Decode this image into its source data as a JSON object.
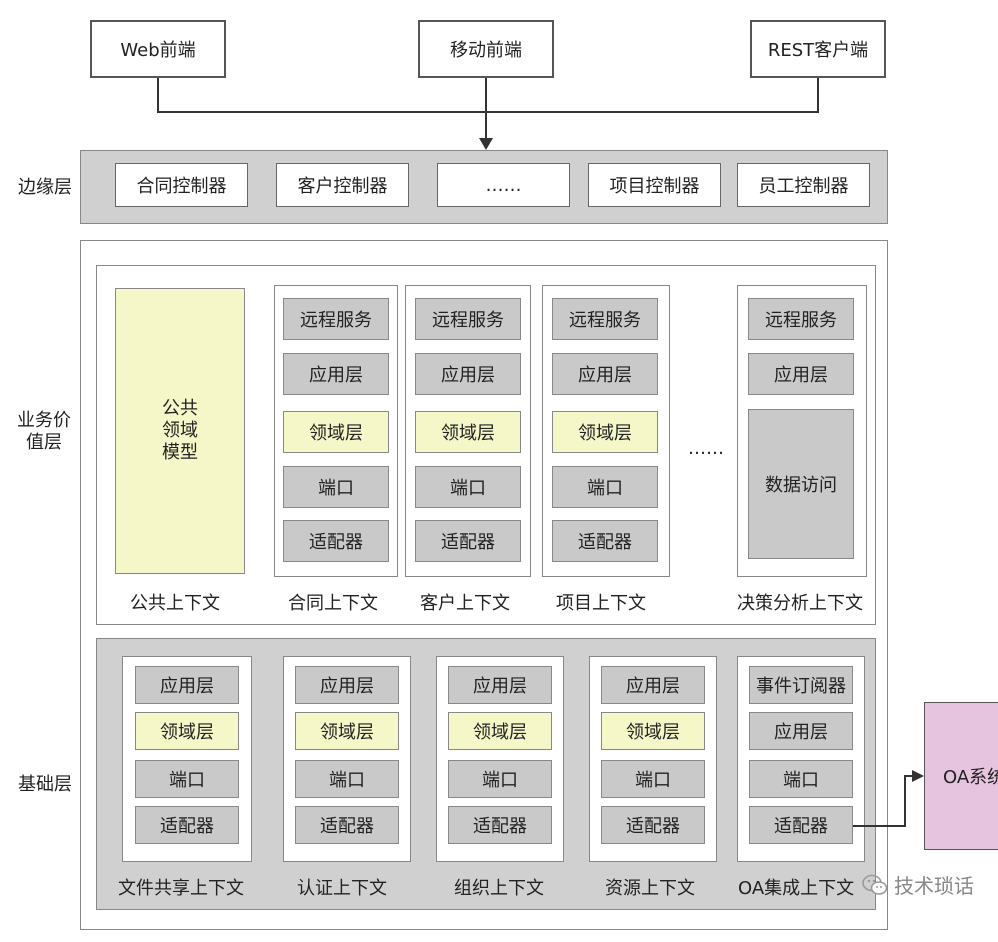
{
  "clients": [
    "Web前端",
    "移动前端",
    "REST客户端"
  ],
  "edge": {
    "label": "边缘层",
    "controllers": [
      "合同控制器",
      "客户控制器",
      "……",
      "项目控制器",
      "员工控制器"
    ]
  },
  "business": {
    "label": "业务价值层",
    "public": {
      "model": "公共领域模型",
      "name": "公共上下文"
    },
    "contexts": [
      {
        "name": "合同上下文",
        "layers": [
          "远程服务",
          "应用层",
          "领域层",
          "端口",
          "适配器"
        ]
      },
      {
        "name": "客户上下文",
        "layers": [
          "远程服务",
          "应用层",
          "领域层",
          "端口",
          "适配器"
        ]
      },
      {
        "name": "项目上下文",
        "layers": [
          "远程服务",
          "应用层",
          "领域层",
          "端口",
          "适配器"
        ]
      }
    ],
    "ellipsis": "……",
    "decision": {
      "name": "决策分析上下文",
      "layers": [
        "远程服务",
        "应用层",
        "数据访问"
      ]
    }
  },
  "foundation": {
    "label": "基础层",
    "contexts": [
      {
        "name": "文件共享上下文",
        "layers": [
          "应用层",
          "领域层",
          "端口",
          "适配器"
        ]
      },
      {
        "name": "认证上下文",
        "layers": [
          "应用层",
          "领域层",
          "端口",
          "适配器"
        ]
      },
      {
        "name": "组织上下文",
        "layers": [
          "应用层",
          "领域层",
          "端口",
          "适配器"
        ]
      },
      {
        "name": "资源上下文",
        "layers": [
          "应用层",
          "领域层",
          "端口",
          "适配器"
        ]
      },
      {
        "name": "OA集成上下文",
        "layers": [
          "事件订阅器",
          "应用层",
          "端口",
          "适配器"
        ]
      }
    ]
  },
  "external": "OA系统",
  "watermark": "技术琐话",
  "colors": {
    "grey": "#c9c9c9",
    "yellow": "#f5f7c8",
    "oa": "#e6c3de",
    "frame": "#d0d0d0"
  }
}
